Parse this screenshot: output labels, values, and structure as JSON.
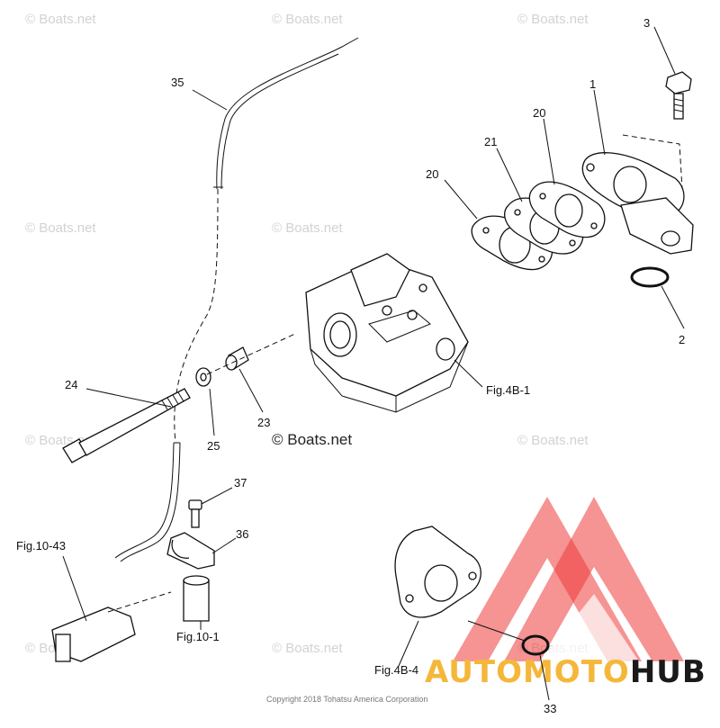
{
  "watermark": {
    "text": "© Boats.net"
  },
  "copyright": "Copyright 2018 Tohatsu America Corporation",
  "logo": {
    "part_a": "AUTOMOTO",
    "part_b": "HUB",
    "accent_color": "#ee3b3b",
    "text_color": "#f5b73a"
  },
  "callouts": {
    "c1": "1",
    "c2": "2",
    "c3": "3",
    "c20a": "20",
    "c20b": "20",
    "c21": "21",
    "c23": "23",
    "c24": "24",
    "c25": "25",
    "c33": "33",
    "c35": "35",
    "c36": "36",
    "c37": "37",
    "fig4b1": "Fig.4B-1",
    "fig4b4": "Fig.4B-4",
    "fig1043": "Fig.10-43",
    "fig101": "Fig.10-1"
  }
}
